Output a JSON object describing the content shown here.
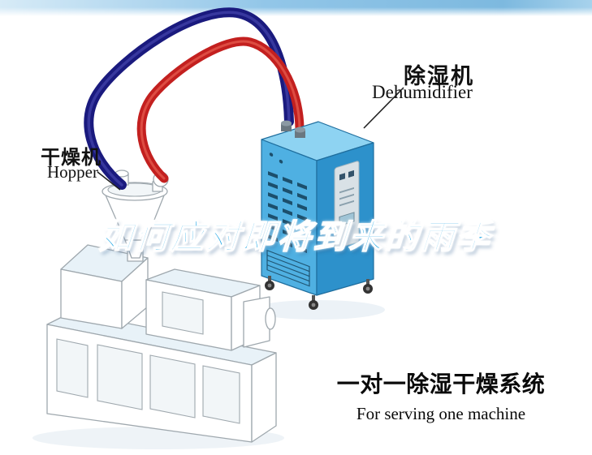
{
  "labels": {
    "dehumidifier_cn": "除湿机",
    "dehumidifier_en": "Dehumidifier",
    "dryer_cn": "干燥机",
    "dryer_en": "Hopper",
    "headline": "如何应对即将到来的雨季",
    "system_cn": "一对一除湿干燥系统",
    "system_en": "For serving one machine"
  },
  "colors": {
    "pipe_red": "#c3201f",
    "pipe_navy": "#1a1a7e",
    "dehumidifier_body": "#4fb0e2",
    "dehumidifier_side": "#2d91cb",
    "dehumidifier_top": "#8ed3f2",
    "headline_fill": "#16a2e4",
    "machine_line": "#9fa8ae",
    "banner_blue": "#8fc4e6"
  }
}
